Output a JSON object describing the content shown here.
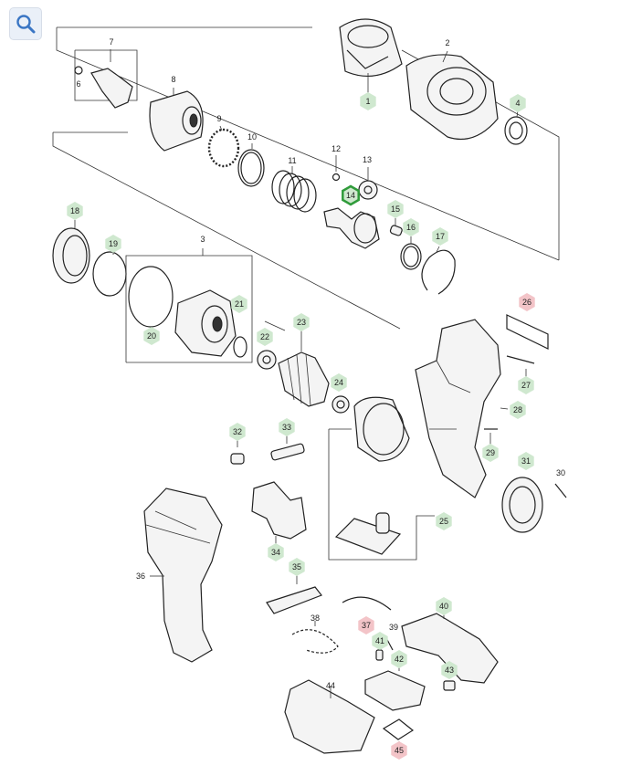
{
  "toolbar": {
    "zoom_icon": "search-icon"
  },
  "colors": {
    "green": "#cfe8cf",
    "red": "#f3c4c8",
    "selected_ring": "#2f9b3a",
    "plain": "#ffffff"
  },
  "callouts": [
    {
      "id": "1",
      "num": "1",
      "style": "green"
    },
    {
      "id": "2",
      "num": "2",
      "style": "plain"
    },
    {
      "id": "4",
      "num": "4",
      "style": "green"
    },
    {
      "id": "6",
      "num": "6",
      "style": "plain"
    },
    {
      "id": "7",
      "num": "7",
      "style": "plain"
    },
    {
      "id": "8",
      "num": "8",
      "style": "plain"
    },
    {
      "id": "9",
      "num": "9",
      "style": "plain"
    },
    {
      "id": "10",
      "num": "10",
      "style": "plain"
    },
    {
      "id": "11",
      "num": "11",
      "style": "plain"
    },
    {
      "id": "12",
      "num": "12",
      "style": "plain"
    },
    {
      "id": "13",
      "num": "13",
      "style": "plain"
    },
    {
      "id": "14",
      "num": "14",
      "style": "green-selected"
    },
    {
      "id": "15",
      "num": "15",
      "style": "green"
    },
    {
      "id": "16",
      "num": "16",
      "style": "green"
    },
    {
      "id": "17",
      "num": "17",
      "style": "green"
    },
    {
      "id": "18",
      "num": "18",
      "style": "green"
    },
    {
      "id": "19",
      "num": "19",
      "style": "green"
    },
    {
      "id": "3",
      "num": "3",
      "style": "plain"
    },
    {
      "id": "20",
      "num": "20",
      "style": "green"
    },
    {
      "id": "21",
      "num": "21",
      "style": "green"
    },
    {
      "id": "22",
      "num": "22",
      "style": "green"
    },
    {
      "id": "23",
      "num": "23",
      "style": "green"
    },
    {
      "id": "24",
      "num": "24",
      "style": "green"
    },
    {
      "id": "26",
      "num": "26",
      "style": "red"
    },
    {
      "id": "27",
      "num": "27",
      "style": "green"
    },
    {
      "id": "28",
      "num": "28",
      "style": "green"
    },
    {
      "id": "29",
      "num": "29",
      "style": "green"
    },
    {
      "id": "32",
      "num": "32",
      "style": "green"
    },
    {
      "id": "33",
      "num": "33",
      "style": "green"
    },
    {
      "id": "30",
      "num": "30",
      "style": "plain"
    },
    {
      "id": "31",
      "num": "31",
      "style": "green"
    },
    {
      "id": "25",
      "num": "25",
      "style": "green"
    },
    {
      "id": "34",
      "num": "34",
      "style": "green"
    },
    {
      "id": "36",
      "num": "36",
      "style": "plain"
    },
    {
      "id": "35",
      "num": "35",
      "style": "green"
    },
    {
      "id": "40",
      "num": "40",
      "style": "green"
    },
    {
      "id": "37",
      "num": "37",
      "style": "red"
    },
    {
      "id": "38",
      "num": "38",
      "style": "plain"
    },
    {
      "id": "39",
      "num": "39",
      "style": "plain"
    },
    {
      "id": "41",
      "num": "41",
      "style": "green"
    },
    {
      "id": "42",
      "num": "42",
      "style": "green"
    },
    {
      "id": "43",
      "num": "43",
      "style": "green"
    },
    {
      "id": "44",
      "num": "44",
      "style": "plain"
    },
    {
      "id": "45",
      "num": "45",
      "style": "red"
    }
  ]
}
